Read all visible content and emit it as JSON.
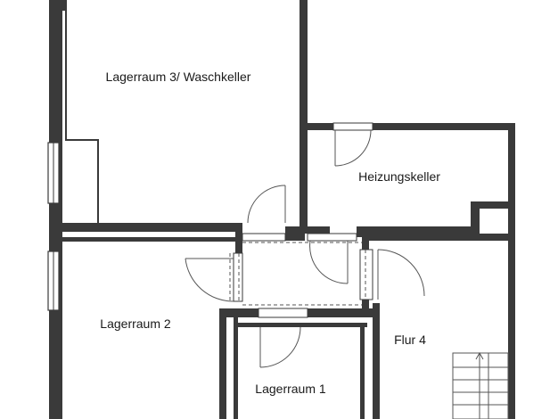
{
  "rooms": {
    "waschkeller": "Lagerraum 3/ Waschkeller",
    "heizungskeller": "Heizungskeller",
    "lagerraum2": "Lagerraum 2",
    "flur4": "Flur 4",
    "lagerraum1": "Lagerraum 1"
  },
  "colors": {
    "wall": "#3a3a3a",
    "fixture": "#555555",
    "background": "#ffffff"
  }
}
